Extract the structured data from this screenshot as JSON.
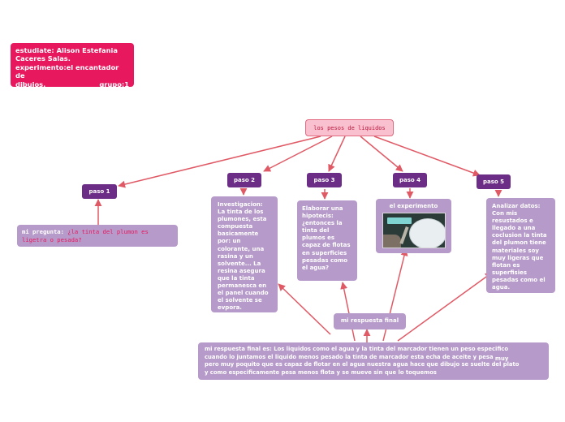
{
  "header": {
    "line1": "estudiate: Alison  Estefania",
    "line2": "Caceres Salas.",
    "line3": "experimento:el encantador de",
    "line4": "dibujos.",
    "group": "grupo:1"
  },
  "root": {
    "label": "los pesos de liquidos"
  },
  "steps": {
    "paso1": "paso 1",
    "paso2": "paso 2",
    "paso3": "paso 3",
    "paso4": "paso 4",
    "paso5": "paso 5"
  },
  "question": {
    "label": "mi pregunta:",
    "text": "¿la tinta del plumon es ligetra o pesada?"
  },
  "investigation": {
    "text": "Investigacion: La tinta de los plumones, esta compuesta basicamente por: un colorante, una rasina y un solvente... La resina asegura que la tinta permanesca en el panel cuando el solvente se evpora."
  },
  "hypothesis": {
    "text": "Elaborar una hipotecis: ¿entonces la tinta del plumos es capaz de flotas en superficies pesadas como el agua?"
  },
  "experiment": {
    "title": "el experimento"
  },
  "analysis": {
    "text": "Analizar datos: Con mis resustados e llegado a una coclusion la tinta del plumon tiene materiales soy muy ligeras que flotan es superfisies pesadas como el agua."
  },
  "final_label": {
    "text": "mi respuesta final"
  },
  "final_answer": {
    "line1": "mi respuesta final es: Los liquidos como el agua y la tinta del marcador tienen un peso especifico",
    "line2a": "cuando lo juntamos el liquido menos pesado la tinta de marcador esta echa de aceite y pesa",
    "line2b": "muy",
    "line3": "pero muy poquito que es capaz de flotar en el agua nuestra agua hace que dibujo se suelte del plato",
    "line4": "y como especificamente pesa menos flota y se mueve sin que lo toquemos"
  },
  "colors": {
    "connector": "#e05a66",
    "step_fill": "#6b2d86",
    "card_fill": "#b69ac9",
    "header_fill": "#e8185f",
    "root_fill": "#f9c1cf"
  }
}
